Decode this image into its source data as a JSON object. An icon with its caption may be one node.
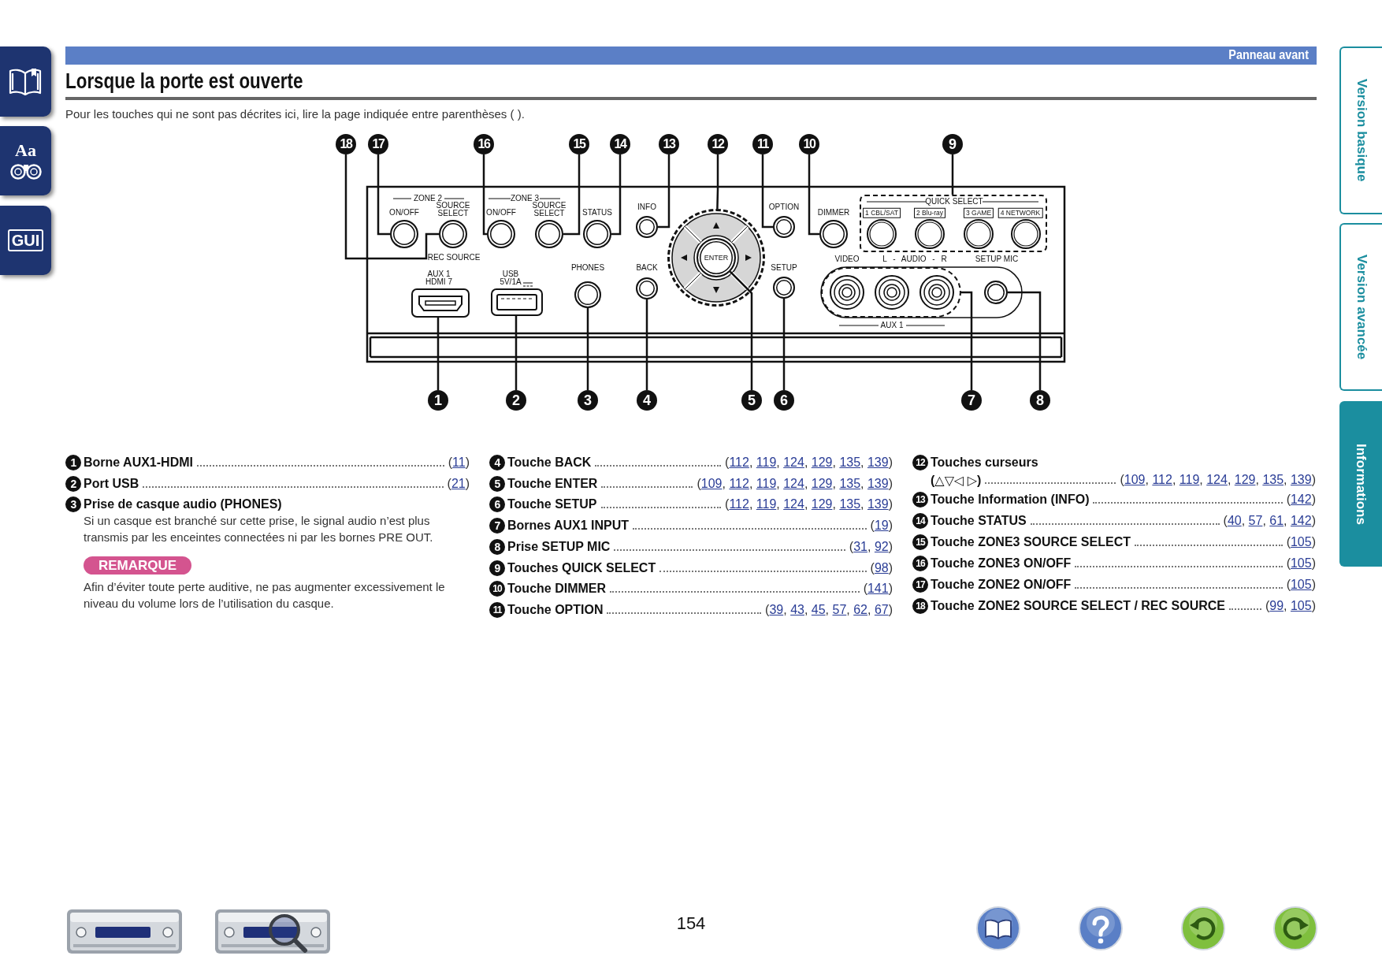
{
  "diagram": {
    "title": "Lorsque la porte est ouverte",
    "nodes": [
      {
        "text": [
          "18"
        ]
      },
      {
        "text": [
          "17"
        ]
      },
      {
        "text": [
          "16"
        ]
      },
      {
        "text": [
          "15"
        ]
      },
      {
        "text": [
          "14"
        ]
      },
      {
        "text": [
          "13"
        ]
      },
      {
        "text": [
          "12"
        ]
      },
      {
        "text": [
          "11"
        ]
      },
      {
        "text": [
          "10"
        ]
      },
      {
        "text": [
          "9"
        ]
      },
      {
        "text": [
          "1"
        ]
      },
      {
        "text": [
          "2"
        ]
      },
      {
        "text": [
          "3"
        ]
      },
      {
        "text": [
          "4"
        ]
      },
      {
        "text": [
          "5"
        ]
      },
      {
        "text": [
          "6"
        ]
      },
      {
        "text": [
          "7"
        ]
      },
      {
        "text": [
          "8"
        ]
      },
      {
        "text": [],
        "shape": "circle"
      },
      {
        "text": [],
        "shape": "circle"
      },
      {
        "text": [],
        "shape": "circle"
      },
      {
        "text": [],
        "shape": "circle"
      },
      {
        "text": [],
        "shape": "circle"
      },
      {
        "text": [],
        "shape": "circle"
      },
      {
        "text": [],
        "shape": "circle"
      },
      {
        "text": [
          "ENTER"
        ],
        "in": 24
      },
      {
        "text": [],
        "shape": "circle"
      },
      {
        "text": [],
        "shape": "circle"
      },
      {
        "text": [],
        "shape": "box"
      },
      {
        "text": [],
        "shape": "box"
      },
      {
        "text": [],
        "shape": "box"
      },
      {
        "text": [],
        "shape": "circle"
      },
      {
        "text": [],
        "shape": "circle"
      },
      {
        "text": [],
        "shape": "circle"
      },
      {
        "text": [],
        "shape": "box"
      },
      {
        "text": [],
        "shape": "circle"
      }
    ],
    "edges": [
      {
        "from": 0,
        "to": 19,
        "arrow": "none"
      },
      {
        "from": 1,
        "to": 18,
        "arrow": "none"
      },
      {
        "from": 2,
        "to": 20,
        "arrow": "none"
      },
      {
        "from": 3,
        "to": 21,
        "arrow": "none"
      },
      {
        "from": 4,
        "to": 22,
        "arrow": "none"
      },
      {
        "from": 5,
        "to": 23,
        "arrow": "none"
      },
      {
        "from": 6,
        "to": 24,
        "arrow": "none"
      },
      {
        "from": 7,
        "to": 26,
        "arrow": "none"
      },
      {
        "from": 8,
        "to": 27,
        "arrow": "none"
      },
      {
        "from": 9,
        "to": 28,
        "arrow": "none"
      },
      {
        "from": 10,
        "to": 29,
        "arrow": "none"
      },
      {
        "from": 11,
        "to": 30,
        "arrow": "none"
      },
      {
        "from": 12,
        "to": 31,
        "arrow": "none"
      },
      {
        "from": 13,
        "to": 32,
        "arrow": "none"
      },
      {
        "from": 14,
        "to": 25,
        "arrow": "none"
      },
      {
        "from": 15,
        "to": 33,
        "arrow": "none"
      },
      {
        "from": 16,
        "to": 34,
        "arrow": "none"
      },
      {
        "from": 17,
        "to": 35,
        "arrow": "none"
      }
    ],
    "labels": [
      "Panneau avant",
      "Pour les touches qui ne sont pas décrites ici, lire la page indiquée entre parenthèses ( ).",
      "ZONE 2",
      "ON/OFF",
      "SOURCE SELECT",
      "ZONE 3",
      "ON/OFF",
      "SOURCE SELECT",
      "STATUS",
      "INFO",
      "OPTION",
      "DIMMER",
      "QUICK SELECT",
      "1 CBL/SAT",
      "2 Blu-ray",
      "3 GAME",
      "4 NETWORK",
      "REC SOURCE",
      "AUX 1 HDMI 7",
      "USB 5V/1A",
      "PHONES",
      "BACK",
      "SETUP",
      "VIDEO",
      "L - AUDIO - R",
      "SETUP MIC",
      "AUX 1",
      "1",
      "Borne AUX1-HDMI",
      "(11)",
      "2",
      "Port USB",
      "(21)",
      "3",
      "Prise de casque audio (PHONES)",
      "Si un casque est branché sur cette prise, le signal audio n’est plus transmis par les enceintes connectées ni par les bornes PRE OUT.",
      "REMARQUE",
      "Afin d’éviter toute perte auditive, ne pas augmenter excessivement le niveau du volume lors de l’utilisation du casque.",
      "4",
      "Touche BACK",
      "(112, 119, 124, 129, 135, 139)",
      "5",
      "Touche ENTER",
      "(109, 112, 119, 124, 129, 135, 139)",
      "6",
      "Touche SETUP",
      "(112, 119, 124, 129, 135, 139)",
      "7",
      "Bornes AUX1 INPUT",
      "(19)",
      "8",
      "Prise SETUP MIC",
      "(31, 92)",
      "9",
      "Touches QUICK SELECT",
      "(98)",
      "10",
      "Touche DIMMER",
      "(141)",
      "11",
      "Touche OPTION",
      "(39, 43, 45, 57, 62, 67)",
      "12",
      "Touches curseurs",
      "(△▽◁ ▷)",
      "(109, 112, 119, 124, 129, 135, 139)",
      "13",
      "Touche Information (INFO)",
      "(142)",
      "14",
      "Touche STATUS",
      "(40, 57, 61, 142)",
      "15",
      "Touche ZONE3 SOURCE SELECT",
      "(105)",
      "16",
      "Touche ZONE3 ON/OFF",
      "(105)",
      "17",
      "Touche ZONE2 ON/OFF",
      "(105)",
      "18",
      "Touche ZONE2 SOURCE SELECT / REC SOURCE",
      "(99, 105)",
      "Aa",
      "GUI",
      "Version basique",
      "Version avancée",
      "Informations",
      "154"
    ]
  }
}
